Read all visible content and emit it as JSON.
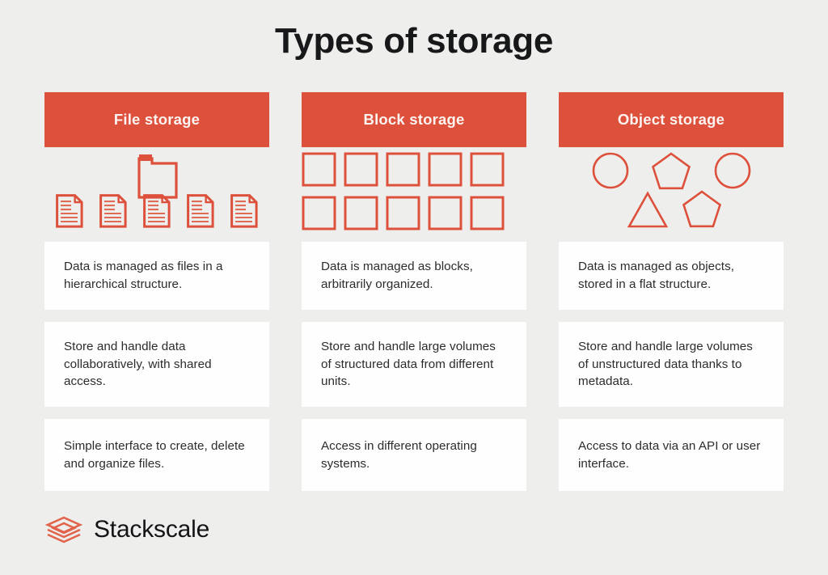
{
  "page": {
    "title": "Types of storage",
    "background_color": "#eeeeec",
    "accent_color": "#dd513c",
    "card_color": "#fefefe",
    "text_color": "#2b2c2e"
  },
  "columns": [
    {
      "header": "File storage",
      "icon_set": "folder-and-documents-icon",
      "cards": [
        "Data is managed as files in a hierarchical structure.",
        "Store and handle data collaboratively, with shared access.",
        "Simple interface to create, delete and organize files."
      ]
    },
    {
      "header": "Block storage",
      "icon_set": "blocks-grid-icon",
      "cards": [
        "Data is managed as blocks, arbitrarily organized.",
        "Store and handle large volumes of structured data from different units.",
        "Access in different operating systems."
      ]
    },
    {
      "header": "Object storage",
      "icon_set": "shapes-icon",
      "cards": [
        "Data is managed as objects, stored in a flat structure.",
        "Store and handle large volumes of unstructured data thanks to metadata.",
        "Access to data via an API or user interface."
      ]
    }
  ],
  "logo": {
    "name": "Stackscale",
    "mark": "stacked-layers-logo-icon",
    "mark_color": "#e2634c"
  }
}
